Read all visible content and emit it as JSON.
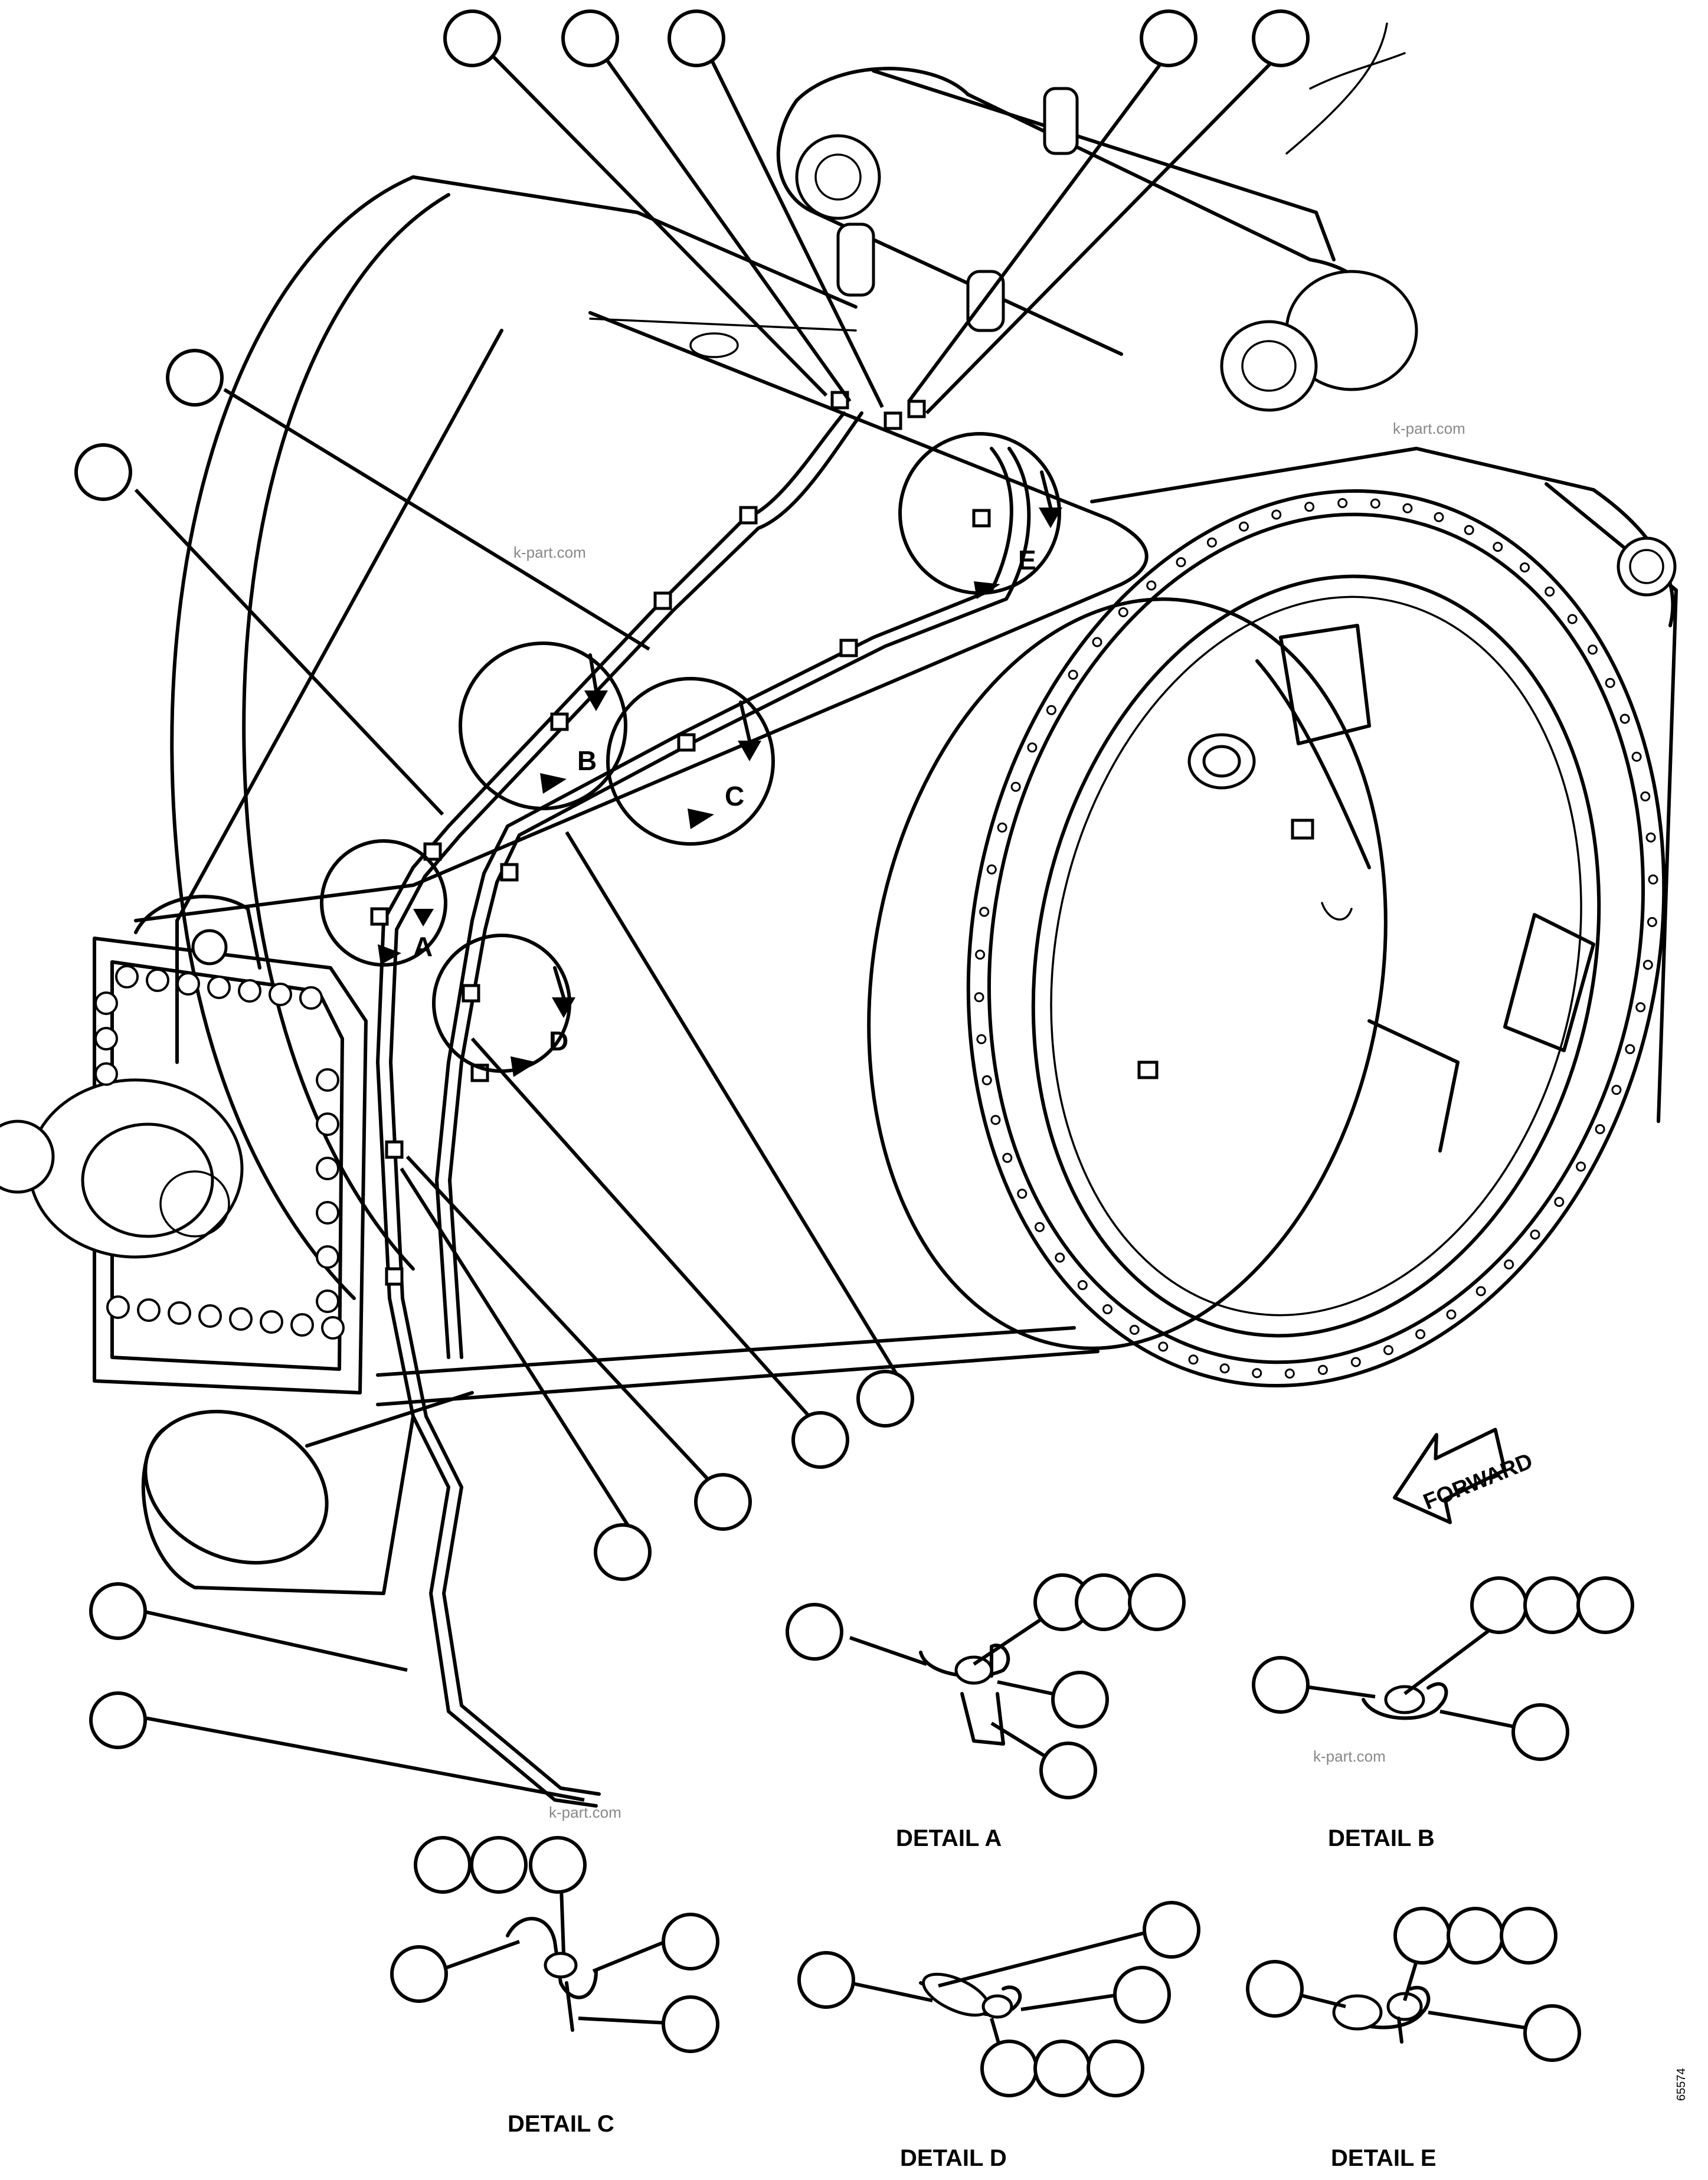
{
  "detail_markers": [
    "A",
    "B",
    "C",
    "D",
    "E"
  ],
  "forward_label": "FORWARD",
  "detail_captions": {
    "a": "DETAIL A",
    "b": "DETAIL B",
    "c": "DETAIL C",
    "d": "DETAIL D",
    "e": "DETAIL E"
  },
  "watermarks": [
    "k-part.com",
    "k-part.com",
    "k-part.com",
    "k-part.com"
  ],
  "drawing_id": "65574"
}
